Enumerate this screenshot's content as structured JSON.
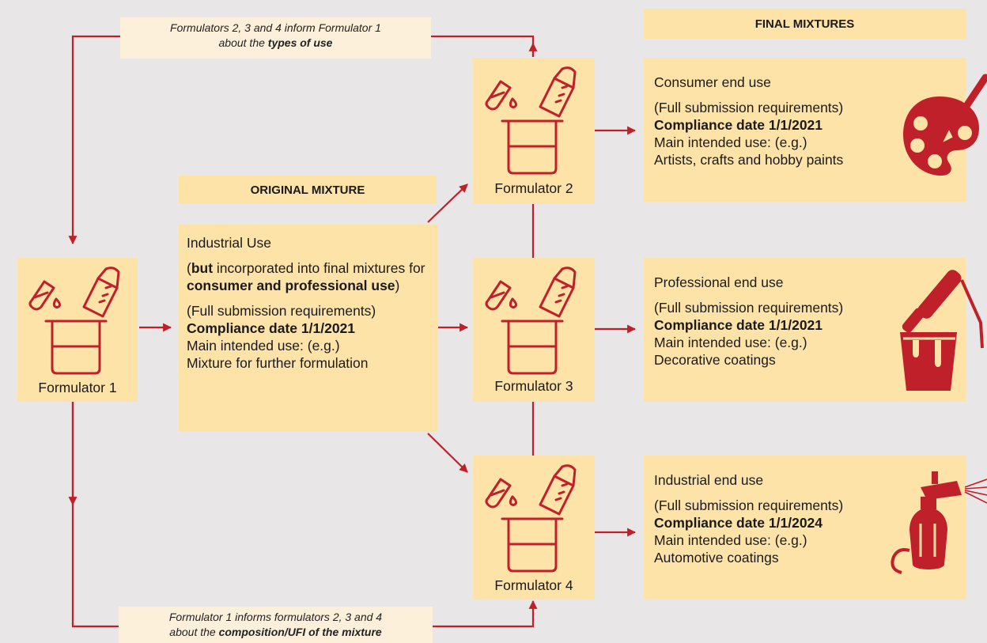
{
  "notes": {
    "top": {
      "prefix": "Formulators 2, 3 and 4 inform Formulator 1",
      "line2_prefix": "about the ",
      "emph": "types of use"
    },
    "bottom": {
      "prefix": "Formulator 1 informs formulators 2, 3 and 4",
      "line2_prefix": "about the ",
      "emph": "composition/UFI of the mixture"
    }
  },
  "headers": {
    "original": "ORIGINAL MIXTURE",
    "final": "FINAL MIXTURES"
  },
  "formulators": {
    "f1": "Formulator 1",
    "f2": "Formulator 2",
    "f3": "Formulator 3",
    "f4": "Formulator 4"
  },
  "original_mixture": {
    "use": "Industrial Use",
    "p_open": "(",
    "but": "but",
    "p_mid": " incorporated into final mixtures for ",
    "emph": "consumer and professional use",
    "p_close": ")",
    "req": "(Full submission requirements)",
    "date": "Compliance date 1/1/2021",
    "intended": "Main intended use: (e.g.)",
    "example": "Mixture for further formulation"
  },
  "final_mixtures": [
    {
      "use": "Consumer end use",
      "req": "(Full submission requirements)",
      "date": "Compliance date 1/1/2021",
      "intended": "Main intended use: (e.g.)",
      "example": "Artists, crafts and hobby paints",
      "icon": "palette-icon"
    },
    {
      "use": "Professional end use",
      "req": "(Full submission requirements)",
      "date": "Compliance date 1/1/2021",
      "intended": "Main intended use: (e.g.)",
      "example": "Decorative coatings",
      "icon": "paint-roller-icon"
    },
    {
      "use": "Industrial end use",
      "req": "(Full submission requirements)",
      "date": "Compliance date 1/1/2024",
      "intended": "Main intended use: (e.g.)",
      "example": "Automotive coatings",
      "icon": "spray-gun-icon"
    }
  ],
  "colors": {
    "accent": "#c0202a",
    "box": "#fde3a7",
    "note": "#fdf0da",
    "background": "#e8e6e6"
  }
}
